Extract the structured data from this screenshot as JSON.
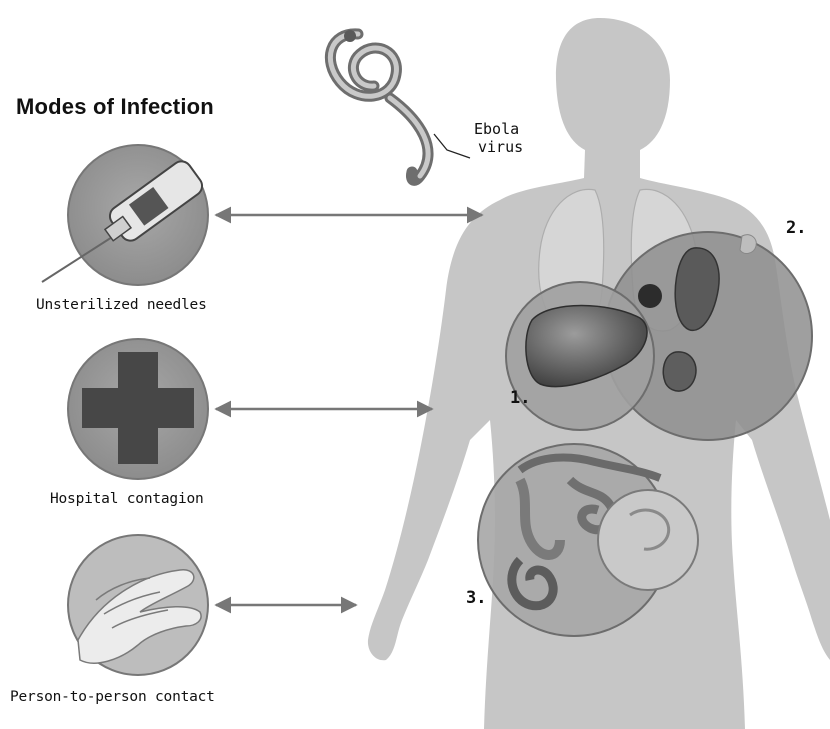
{
  "title": "Modes of Infection",
  "virus_label": {
    "line1": "Ebola",
    "line2": "virus"
  },
  "modes": [
    {
      "label": "Unsterilized needles",
      "icon": "syringe-icon"
    },
    {
      "label": "Hospital contagion",
      "icon": "cross-icon"
    },
    {
      "label": "Person-to-person contact",
      "icon": "hands-icon"
    }
  ],
  "organ_callouts": [
    {
      "number": "1.",
      "icon": "liver-icon"
    },
    {
      "number": "2.",
      "icon": "kidney-spleen-icon"
    },
    {
      "number": "3.",
      "icon": "intestines-icon"
    }
  ],
  "colors": {
    "body_silhouette": "#c6c6c6",
    "lens_fill": "#9a9a9a",
    "arrow": "#777777",
    "text": "#111111"
  }
}
